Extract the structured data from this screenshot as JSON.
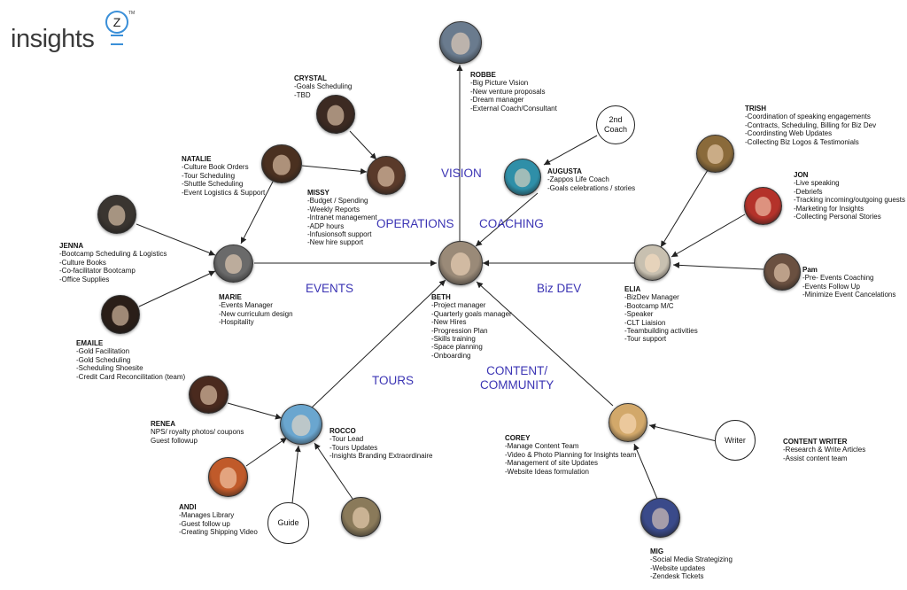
{
  "logo": {
    "word": "insights",
    "letter": "Z",
    "tm": "TM"
  },
  "areas": {
    "vision": "VISION",
    "operations": "OPERATIONS",
    "coaching": "COACHING",
    "events": "EVENTS",
    "bizdev": "Biz DEV",
    "tours": "TOURS",
    "content": [
      "CONTENT/",
      "COMMUNITY"
    ]
  },
  "people": {
    "robbe": {
      "name": "ROBBE",
      "duties": [
        "-Big Picture Vision",
        "-New venture proposals",
        "-Dream manager",
        "-External Coach/Consultant"
      ],
      "color": "#6a7b8e"
    },
    "crystal": {
      "name": "CRYSTAL",
      "duties": [
        "-Goals Scheduling",
        "-TBD"
      ],
      "color": "#3c2a22"
    },
    "natalie": {
      "name": "NATALIE",
      "duties": [
        "-Culture Book Orders",
        "-Tour Scheduling",
        "-Shuttle Scheduling",
        "-Event Logistics & Support"
      ],
      "color": "#4a3020"
    },
    "missy": {
      "name": "MISSY",
      "duties": [
        "-Budget / Spending",
        "-Weekly Reports",
        "-Intranet management",
        "-ADP hours",
        "-Infusionsoft support",
        "-New hire support"
      ],
      "color": "#5a3a2a"
    },
    "augusta": {
      "name": "AUGUSTA",
      "duties": [
        "-Zappos Life Coach",
        "-Goals celebrations / stories"
      ],
      "color": "#2f8fa8"
    },
    "trish": {
      "name": "TRISH",
      "duties": [
        "-Coordination of speaking engagements",
        "-Contracts, Scheduling, Billing for Biz Dev",
        "-Coordinsting Web Updates",
        "-Collecting Biz Logos & Testimonials"
      ],
      "color": "#8a6a3a"
    },
    "jon": {
      "name": "JON",
      "duties": [
        "-Live speaking",
        "-Debriefs",
        "-Tracking incoming/outgoing guests",
        "-Marketing for Insights",
        "-Collecting Personal Stories"
      ],
      "color": "#b4322a"
    },
    "jenna": {
      "name": "JENNA",
      "duties": [
        "-Bootcamp Scheduling & Logistics",
        "-Culture Books",
        "-Co-facilitator Bootcamp",
        "-Office Supplies"
      ],
      "color": "#3a3530"
    },
    "marie": {
      "name": "MARIE",
      "duties": [
        "-Events Manager",
        "-New curriculum design",
        "-Hospitality"
      ],
      "color": "#6a6a6a"
    },
    "beth": {
      "name": "BETH",
      "duties": [
        "-Project manager",
        "-Quarterly goals manager",
        "-New Hires",
        "-Progression Plan",
        "-Skills training",
        "-Space planning",
        "-Onboarding"
      ],
      "color": "#9a8a78"
    },
    "elia": {
      "name": "ELIA",
      "duties": [
        "-BizDev Manager",
        "-Bootcamp M/C",
        "-Speaker",
        "-CLT Liaision",
        "-Teambuilding activities",
        "-Tour support"
      ],
      "color": "#c8c0b0"
    },
    "pam": {
      "name": "Pam",
      "duties": [
        "-Pre- Events Coaching",
        "-Events Follow Up",
        "-Minimize Event Cancelations"
      ],
      "color": "#6a5040"
    },
    "emaile": {
      "name": "EMAILE",
      "duties": [
        "-Gold Facilitation",
        "-Gold Scheduling",
        "-Scheduling Shoesite",
        "-Credit Card Reconcilitation (team)"
      ],
      "color": "#2a1e18"
    },
    "renea": {
      "name": "RENEA",
      "duties": [
        "NPS/ royalty photos/ coupons",
        "Guest followup"
      ],
      "color": "#4a2a1e"
    },
    "rocco": {
      "name": "ROCCO",
      "duties": [
        "-Tour Lead",
        "-Tours Updates",
        "-Insights Branding Extraordinaire"
      ],
      "color": "#6aa6cf"
    },
    "andi": {
      "name": "ANDI",
      "duties": [
        "-Manages Library",
        "-Guest follow up",
        "-Creating Shipping Video"
      ],
      "color": "#c05a2a"
    },
    "corey": {
      "name": "COREY",
      "duties": [
        "-Manage Content Team",
        "-Video & Photo Planning for Insights team",
        "-Management of site Updates",
        "-Website Ideas formulation"
      ],
      "color": "#d2a86a"
    },
    "mig": {
      "name": "MIG",
      "duties": [
        "-Social Media Strategizing",
        "-Website updates",
        "-Zendesk Tickets"
      ],
      "color": "#3a4a8a"
    },
    "contentwriter": {
      "name": "CONTENT WRITER",
      "duties": [
        "-Research & Write Articles",
        "-Assist content team"
      ]
    }
  },
  "placeholders": {
    "coach2": [
      "2nd",
      "Coach"
    ],
    "writer": "Writer",
    "guide": "Guide",
    "guide_photo_color": "#8a7a5a"
  }
}
